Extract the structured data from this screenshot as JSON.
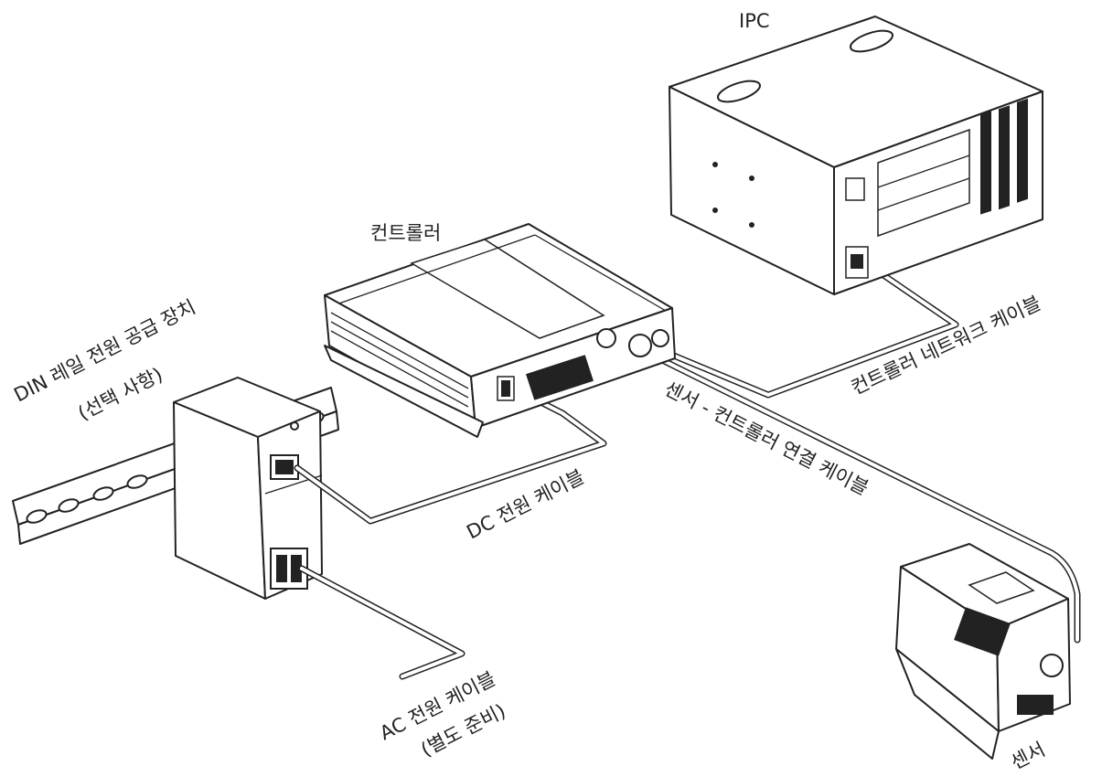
{
  "labels": {
    "ipc": "IPC",
    "controller": "컨트롤러",
    "din_rail_line1": "DIN 레일 전원 공급 장치",
    "din_rail_line2": "(선택 사항)",
    "network_cable": "컨트롤러 네트워크 케이블",
    "sensor_cable": "센서 - 컨트롤러 연결 케이블",
    "dc_cable": "DC 전원 케이블",
    "ac_cable_line1": "AC 전원 케이블",
    "ac_cable_line2": "(별도 준비)",
    "sensor": "센서"
  }
}
